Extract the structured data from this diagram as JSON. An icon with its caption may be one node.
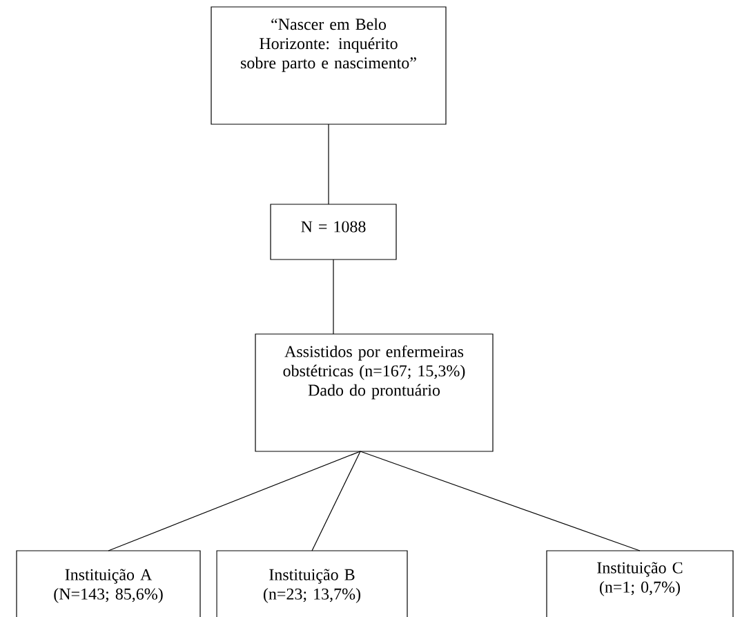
{
  "diagram": {
    "nodes": [
      {
        "text": [
          "“Nascer em Belo Horizonte: inquérito sobre parto e nascimento”"
        ]
      },
      {
        "text": [
          "N = 1088"
        ]
      },
      {
        "text": [
          "Assistidos por enfermeiras obstétricas (n=167; 15,3%)",
          "Dado do prontuário"
        ]
      },
      {
        "text": [
          "Instituição A (N=143; 85,6%)"
        ]
      },
      {
        "text": [
          "Instituição B (n=23; 13,7%)"
        ]
      },
      {
        "text": [
          "Instituição C (n=1; 0,7%)"
        ]
      }
    ],
    "edges": [
      {
        "from": 0,
        "to": 1,
        "arrow": "none"
      },
      {
        "from": 1,
        "to": 2,
        "arrow": "none"
      },
      {
        "from": 2,
        "to": 3,
        "arrow": "none"
      },
      {
        "from": 2,
        "to": 4,
        "arrow": "none"
      },
      {
        "from": 2,
        "to": 5,
        "arrow": "none"
      }
    ]
  }
}
